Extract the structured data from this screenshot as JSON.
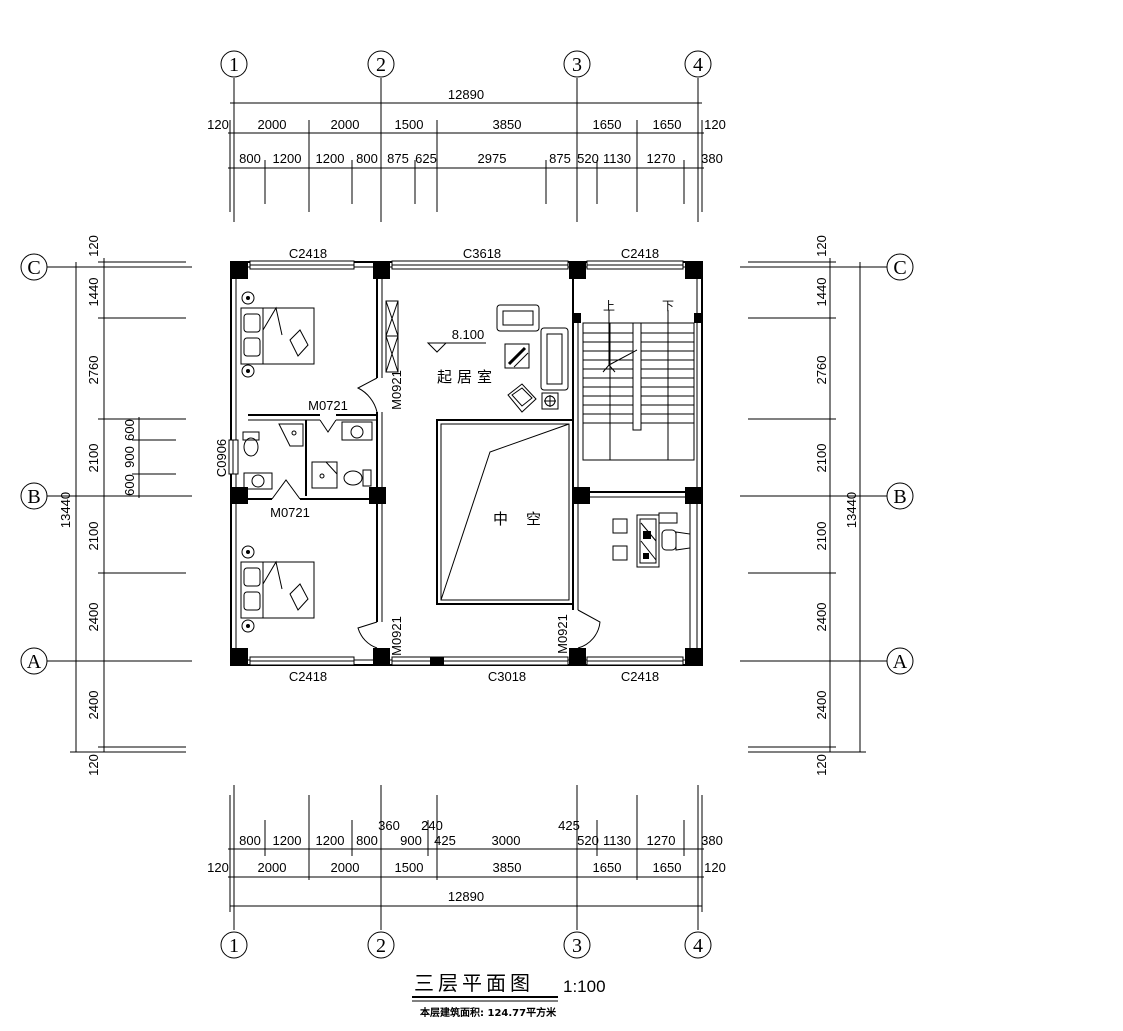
{
  "axes": {
    "top": [
      "1",
      "2",
      "3",
      "4"
    ],
    "bottom": [
      "1",
      "2",
      "3",
      "4"
    ],
    "left": [
      "C",
      "B",
      "A"
    ],
    "right": [
      "C",
      "B",
      "A"
    ]
  },
  "dims_top": {
    "overall": "12890",
    "row2": [
      "120",
      "2000",
      "2000",
      "1500",
      "3850",
      "1650",
      "1650",
      "120"
    ],
    "row3": [
      "800",
      "1200",
      "1200",
      "800",
      "875",
      "625",
      "2975",
      "875",
      "520",
      "1130",
      "1270",
      "380"
    ]
  },
  "dims_bottom": {
    "overall": "12890",
    "row2": [
      "120",
      "2000",
      "2000",
      "1500",
      "3850",
      "1650",
      "1650",
      "120"
    ],
    "row3": [
      "800",
      "1200",
      "1200",
      "800",
      "900",
      "425",
      "3000",
      "520",
      "1130",
      "1270",
      "380"
    ],
    "above": [
      "360",
      "240",
      "425"
    ]
  },
  "dims_left": {
    "overall": "13440",
    "segments": [
      "120",
      "1440",
      "2760",
      "2100",
      "2100",
      "2400",
      "2400",
      "120"
    ],
    "window": [
      "600",
      "900",
      "600"
    ]
  },
  "dims_right": {
    "overall": "13440",
    "segments": [
      "120",
      "1440",
      "2760",
      "2100",
      "2100",
      "2400",
      "2400",
      "120"
    ]
  },
  "labels": {
    "windows": [
      "C2418",
      "C3618",
      "C2418",
      "C2418",
      "C3018",
      "C2418",
      "C0906"
    ],
    "doors": [
      "M0721",
      "M0721",
      "M0921",
      "M0921",
      "M0921"
    ],
    "living": "起居室",
    "void": "中空",
    "level": "8.100",
    "stair_up": "上",
    "stair_down": "下"
  },
  "title": {
    "main": "三层平面图",
    "scale": "1:100",
    "area": "本层建筑面积: 124.77平方米"
  }
}
